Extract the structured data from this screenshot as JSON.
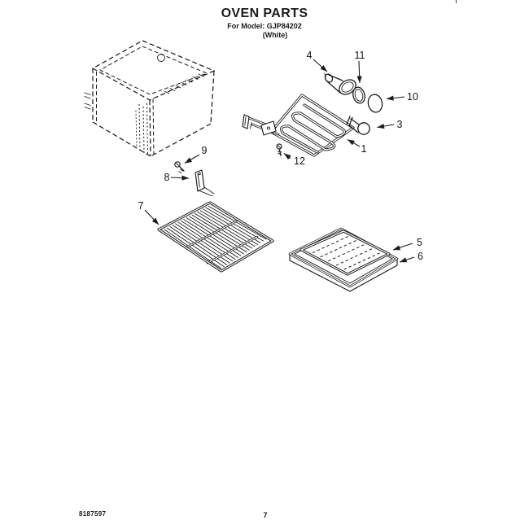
{
  "header": {
    "title": "OVEN PARTS",
    "model_line": "For Model: GJP84202",
    "finish_line": "(White)"
  },
  "diagram": {
    "labels": {
      "bake_element": "1",
      "light_bulb": "3",
      "lamp_socket": "4",
      "broiler_grid": "5",
      "broiler_pan": "6",
      "oven_rack": "7",
      "support_bracket": "8",
      "bracket_screw": "9",
      "light_lens": "10",
      "lens_gasket": "11",
      "element_screw": "12"
    }
  },
  "footer": {
    "literature_number": "8187597",
    "page_number": "7"
  },
  "colors": {
    "ink": "#1c1c1c",
    "paper": "#ffffff"
  }
}
